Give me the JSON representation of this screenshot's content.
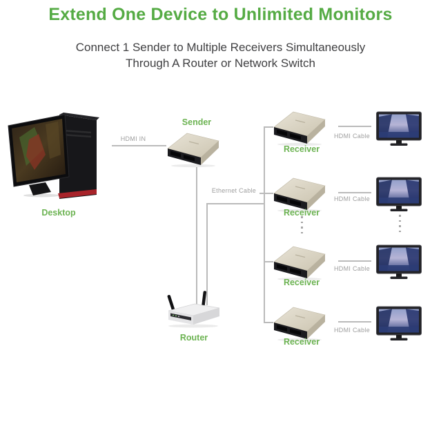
{
  "header": {
    "title": "Extend One Device to Unlimited Monitors",
    "subtitle_line1": "Connect 1 Sender to Multiple Receivers Simultaneously",
    "subtitle_line2": "Through A Router or Network Switch"
  },
  "diagram": {
    "desktop": {
      "label": "Desktop"
    },
    "sender": {
      "label": "Sender",
      "input_label": "HDMI IN"
    },
    "router": {
      "label": "Router"
    },
    "ethernet_label": "Ethernet Cable",
    "receivers": [
      {
        "label": "Receiver",
        "cable_label": "HDMI Cable"
      },
      {
        "label": "Receiver",
        "cable_label": "HDMI Cable"
      },
      {
        "label": "Receiver",
        "cable_label": "HDMI Cable"
      },
      {
        "label": "Receiver",
        "cable_label": "HDMI Cable"
      }
    ]
  },
  "colors": {
    "title_green": "#55ab44",
    "label_green": "#6cb352",
    "subtitle_gray": "#3f3f41",
    "cable_line_gray": "#bababa",
    "cable_text_gray": "#9d9d9d",
    "device_champagne": "#d9d3c2",
    "device_front_black": "#1b1b1f"
  }
}
